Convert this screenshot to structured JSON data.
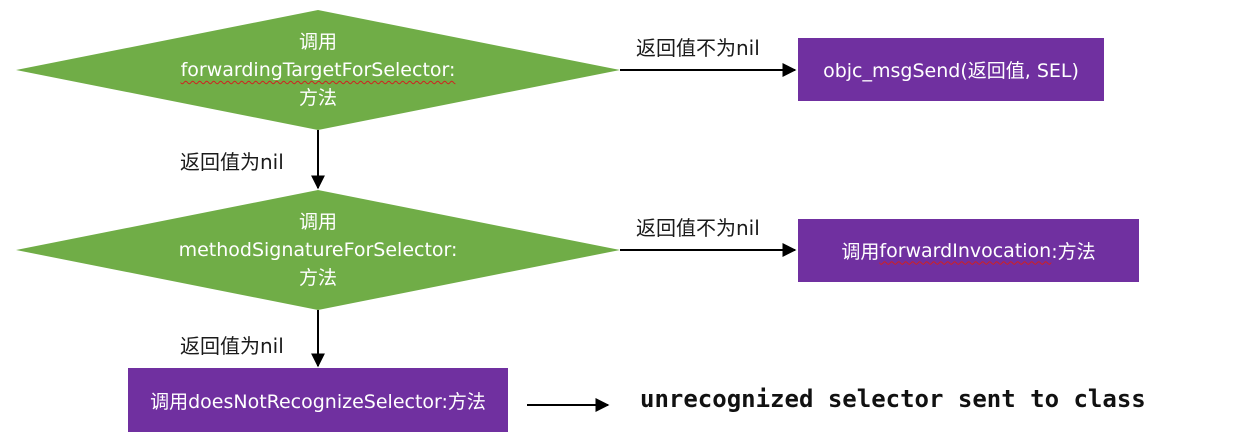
{
  "colors": {
    "decision": "#70ad47",
    "process": "#7030a0",
    "arrow": "#000000",
    "text_on_shape": "#ffffff"
  },
  "decision1": {
    "line1": "调用",
    "line2": "forwardingTargetForSelector:",
    "line3": "方法"
  },
  "decision2": {
    "line1": "调用",
    "line2": "methodSignatureForSelector:",
    "line3": "方法"
  },
  "edges": {
    "d1_to_box1": "返回值不为nil",
    "d1_to_d2": "返回值为nil",
    "d2_to_box2": "返回值不为nil",
    "d2_to_box3": "返回值为nil"
  },
  "box1": {
    "label": "objc_msgSend(返回值, SEL)"
  },
  "box2": {
    "label_prefix": "调用",
    "label_method": "forwardInvocation",
    "label_suffix": ":方法"
  },
  "box3": {
    "label": "调用doesNotRecognizeSelector:方法"
  },
  "result": {
    "text": "unrecognized selector sent to class"
  }
}
